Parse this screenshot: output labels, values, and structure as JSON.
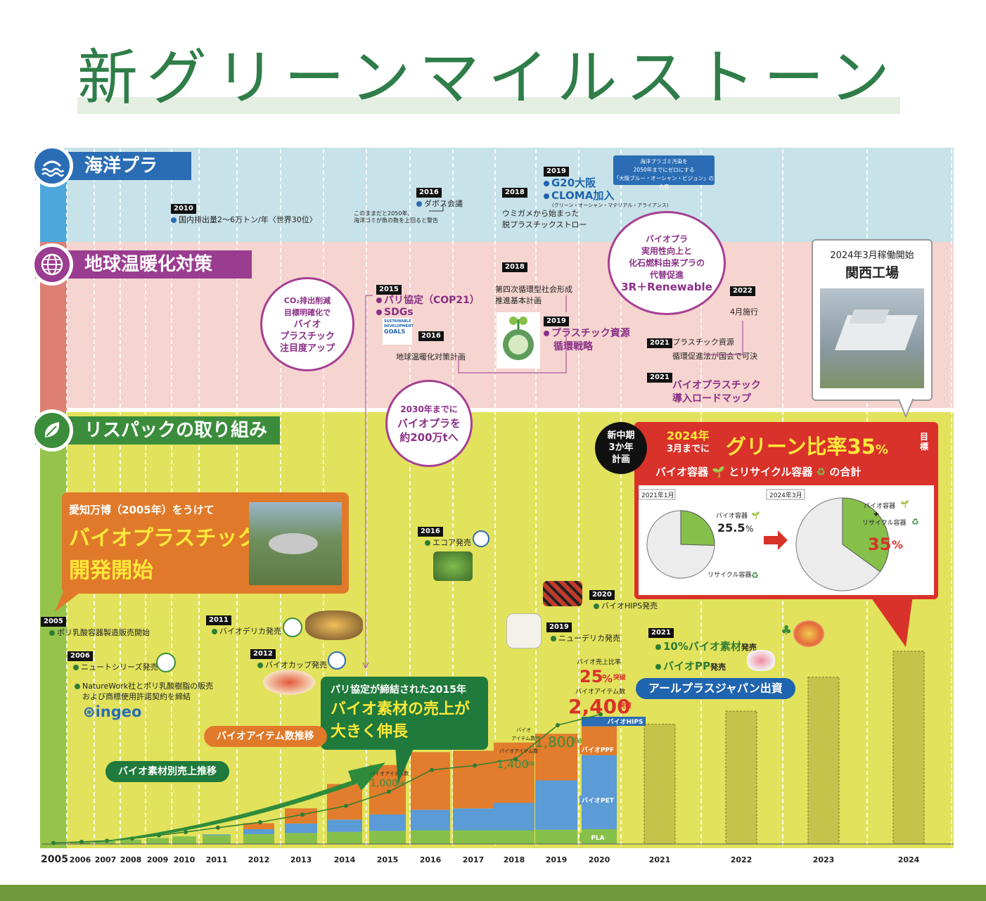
{
  "title": "新グリーンマイルストーン",
  "categories": {
    "ocean": "海洋プラ",
    "climate": "地球温暖化対策",
    "risu": "リスパックの取り組み"
  },
  "colors": {
    "ocean": "#2a6db5",
    "climate": "#9a3c8f",
    "risu": "#3b8d3c",
    "pla": "#86c04a",
    "pet": "#5b9bd6",
    "ppf": "#e17d2c",
    "hips": "#2a6db5",
    "red": "#d9322a",
    "orange": "#e07a2a"
  },
  "ocean_events": {
    "e2010": {
      "year": "2010",
      "text": "国内排出量2～6万トン/年〈世界30位〉"
    },
    "e2016": {
      "year": "2016",
      "text": "ダボス会議",
      "note1": "このままだと2050年、",
      "note2": "海洋ゴミが魚の数を上回ると警告"
    },
    "e2018": {
      "year": "2018",
      "text1": "ウミガメから始まった",
      "text2": "脱プラスチックストロー"
    },
    "e2019": {
      "year": "2019",
      "text1": "G20大阪",
      "text2": "CLOMA加入",
      "sub": "(クリーン・オーシャン・マテリアル・アライアンス)"
    },
    "box": {
      "l1": "海洋プラゴミ汚染を",
      "l2": "2050年までにゼロにする",
      "l3": "「大阪ブルー・オーシャン・ビジョン」の合意"
    }
  },
  "climate_events": {
    "bubble1": {
      "l1": "CO₂排出削減",
      "l2": "目標明確化で",
      "l3": "バイオ",
      "l4": "プラスチック",
      "l5": "注目度アップ"
    },
    "e2015": {
      "year": "2015",
      "t1": "パリ協定（COP21）",
      "t2": "SDGs",
      "sdg1": "SUSTAINABLE",
      "sdg2": "DEVELOPMENT",
      "sdg3": "GOALS"
    },
    "e2016": {
      "year": "2016",
      "text": "地球温暖化対策計画"
    },
    "bubble2": {
      "l1": "2030年までに",
      "l2": "バイオプラを",
      "l3": "約200万tへ"
    },
    "e2018": {
      "year": "2018",
      "t1": "第四次循環型社会形成",
      "t2": "推進基本計画"
    },
    "e2019": {
      "year": "2019",
      "t1": "プラスチック資源",
      "t2": "循環戦略"
    },
    "bubble3": {
      "l1": "バイオプラ",
      "l2": "実用性向上と",
      "l3": "化石燃料由来プラの",
      "l4": "代替促進",
      "l5": "3R＋Renewable"
    },
    "e2022": {
      "year": "2022",
      "text": "4月施行"
    },
    "e2021a": {
      "year": "2021",
      "t1": "プラスチック資源",
      "t2": "循環促進法が国会で可決"
    },
    "e2021b": {
      "year": "2021",
      "t1": "バイオプラスチック",
      "t2": "導入ロードマップ"
    }
  },
  "factory": {
    "date": "2024年3月稼働開始",
    "name": "関西工場"
  },
  "plan": {
    "badge1": "新中期",
    "badge2": "3か年",
    "badge3": "計画",
    "y1": "2024年",
    "y2": "3月までに",
    "headline": "グリーン比率35",
    "percent": "%",
    "goal1": "目",
    "goal2": "標",
    "sub1": "バイオ容器",
    "sub2": "とリサイクル容器",
    "sub3": "の合計",
    "pie1": {
      "label": "2021年1月",
      "bio": "バイオ容器",
      "bio_pct": "25.5",
      "pct_sign": "%",
      "recycle": "リサイクル容器",
      "fraction": 0.255
    },
    "pie2": {
      "label": "2024年3月",
      "bio": "バイオ容器",
      "plus": "✚",
      "recycle": "リサイクル容器",
      "pct": "35",
      "pct_sign": "%",
      "fraction": 0.35
    }
  },
  "expo": {
    "l1": "愛知万博（2005年）をうけて",
    "l2": "バイオプラスチック",
    "l3": "開発開始"
  },
  "risu_events": {
    "e2005": {
      "year": "2005",
      "text": "ポリ乳酸容器製造販売開始"
    },
    "e2006": {
      "year": "2006",
      "text": "ニュートシリーズ発売"
    },
    "naturework": {
      "t1": "NatureWork社とポリ乳酸樹脂の販売",
      "t2": "および商標使用許諾契約を締結",
      "logo": "ingeo"
    },
    "e2011": {
      "year": "2011",
      "text": "バイオデリカ発売"
    },
    "e2012": {
      "year": "2012",
      "text": "バイオカップ発売"
    },
    "e2016": {
      "year": "2016",
      "text": "エコア発売"
    },
    "e2019": {
      "year": "2019",
      "text": "ニューデリカ発売"
    },
    "e2020": {
      "year": "2020",
      "text": "バイオHIPS発売"
    },
    "e2021": {
      "year": "2021",
      "t1a": "10%バイオ素材",
      "t1b": "発売",
      "t2a": "バイオPP",
      "t2b": "発売"
    }
  },
  "callouts": {
    "paris": {
      "l1": "パリ協定が締結された2015年",
      "l2": "バイオ素材の売上が",
      "l3": "大きく伸長"
    },
    "arplus": "アールプラスジャパン出資",
    "item_trend": "バイオアイテム数推移",
    "sales_trend": "バイオ素材別売上推移"
  },
  "chart_labels": {
    "a1000_label": "バイオアイテム数",
    "a1000_val": "1,000",
    "a1000_tag": "突破",
    "a1400_label": "バイオアイテム数",
    "a1400_val": "1,400",
    "a1400_tag": "突破",
    "a1800_label1": "バイオ",
    "a1800_label2": "アイテム数",
    "a1800_val": "1,800",
    "a1800_tag": "突破",
    "a2400_label": "バイオアイテム数",
    "a2400_val": "2,400",
    "a2400_tag": "突破",
    "ratio_label": "バイオ売上比率",
    "ratio_val": "25",
    "ratio_pct": "%",
    "ratio_tag": "突破",
    "seg_hips": "バイオHIPS",
    "seg_ppf": "バイオPPF",
    "seg_pet": "バイオPET",
    "seg_pla": "PLA"
  },
  "chart_data": {
    "type": "bar",
    "title": "",
    "xlabel": "",
    "ylabel": "",
    "categories": [
      "2005",
      "2006",
      "2007",
      "2008",
      "2009",
      "2010",
      "2011",
      "2012",
      "2013",
      "2014",
      "2015",
      "2016",
      "2017",
      "2018",
      "2019",
      "2020",
      "2021",
      "2022",
      "2023",
      "2024"
    ],
    "series": [
      {
        "name": "PLA",
        "values": [
          0.3,
          0.8,
          1,
          1.6,
          2.2,
          2.8,
          3.2,
          3.6,
          4,
          4.4,
          4.8,
          5.0,
          5.0,
          5.0,
          5.2,
          5.4,
          0,
          0,
          0,
          0
        ]
      },
      {
        "name": "バイオPET",
        "values": [
          0,
          0,
          0,
          0,
          0,
          0,
          0.3,
          1.8,
          3.5,
          4.5,
          6,
          7.5,
          8,
          10,
          18,
          27,
          0,
          0,
          0,
          0
        ]
      },
      {
        "name": "バイオPPF",
        "values": [
          0,
          0,
          0,
          0,
          0,
          0,
          0,
          2.2,
          5.5,
          13,
          18,
          21,
          21,
          22,
          17,
          10.5,
          0,
          0,
          0,
          0
        ]
      },
      {
        "name": "バイオHIPS",
        "values": [
          0,
          0,
          0,
          0,
          0,
          0,
          0,
          0,
          0,
          0,
          0,
          0,
          0,
          0,
          0,
          3.5,
          0,
          0,
          0,
          0
        ]
      },
      {
        "name": "目標",
        "values": [
          0,
          0,
          0,
          0,
          0,
          0,
          0,
          0,
          0,
          0,
          0,
          0,
          0,
          0,
          0,
          0,
          46,
          51,
          64,
          74
        ]
      }
    ],
    "items_line": [
      1,
      2,
      3,
      5,
      8,
      11,
      15,
      20,
      27,
      35,
      48,
      68,
      72,
      78,
      109,
      119
    ],
    "ylim": [
      0,
      100
    ]
  },
  "axis": {
    "years": [
      "2005",
      "2006",
      "2007",
      "2008",
      "2009",
      "2010",
      "2011",
      "2012",
      "2013",
      "2014",
      "2015",
      "2016",
      "2017",
      "2018",
      "2019",
      "2020",
      "2021",
      "2022",
      "2023",
      "2024"
    ]
  }
}
